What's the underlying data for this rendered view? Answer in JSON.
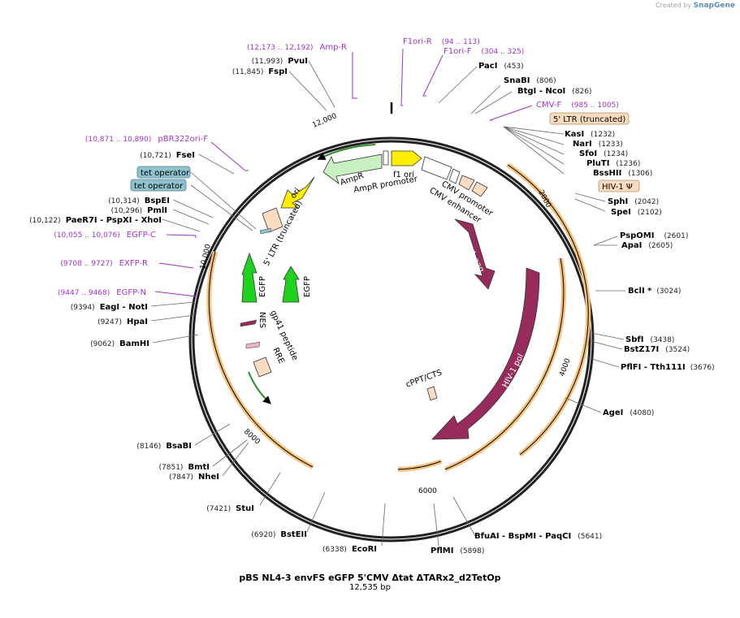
{
  "brand": {
    "created_by": "Created by",
    "name": "SnapGene"
  },
  "plasmid": {
    "name": "pBS NL4-3 envFS eGFP 5'CMV Δtat ΔTARx2_d2TetOp",
    "length": "12,535 bp"
  },
  "ticks": [
    "2000",
    "4000",
    "6000",
    "8000",
    "10,000",
    "12,000"
  ],
  "enzymes_right": [
    {
      "name": "PacI",
      "pos": "(453)"
    },
    {
      "name": "SnaBI",
      "pos": "(806)"
    },
    {
      "name": "BtgI  -  NcoI",
      "pos": "(826)"
    },
    {
      "name": "KasI",
      "pos": "(1232)"
    },
    {
      "name": "NarI",
      "pos": "(1233)"
    },
    {
      "name": "SfoI",
      "pos": "(1234)"
    },
    {
      "name": "PluTI",
      "pos": "(1236)"
    },
    {
      "name": "BssHII",
      "pos": "(1306)"
    },
    {
      "name": "SphI",
      "pos": "(2042)"
    },
    {
      "name": "SpeI",
      "pos": "(2102)"
    },
    {
      "name": "PspOMI",
      "pos": "(2601)"
    },
    {
      "name": "ApaI",
      "pos": "(2605)"
    },
    {
      "name": "BclI *",
      "pos": "(3024)"
    },
    {
      "name": "SbfI",
      "pos": "(3438)"
    },
    {
      "name": "BstZ17I",
      "pos": "(3524)"
    },
    {
      "name": "PflFI  -  Tth111I",
      "pos": "(3676)"
    },
    {
      "name": "AgeI",
      "pos": "(4080)"
    },
    {
      "name": "BfuAI  -  BspMI  -  PaqCI",
      "pos": "(5641)"
    },
    {
      "name": "PflMI",
      "pos": "(5898)"
    }
  ],
  "enzymes_left": [
    {
      "name": "PvuI",
      "pos": "(11,993)"
    },
    {
      "name": "FspI",
      "pos": "(11,845)"
    },
    {
      "name": "FseI",
      "pos": "(10,721)"
    },
    {
      "name": "BspEI",
      "pos": "(10,314)"
    },
    {
      "name": "PmlI",
      "pos": "(10,296)"
    },
    {
      "name": "PaeR7I  -  PspXI  -  XhoI",
      "pos": "(10,122)"
    },
    {
      "name": "EagI  -  NotI",
      "pos": "(9394)"
    },
    {
      "name": "HpaI",
      "pos": "(9247)"
    },
    {
      "name": "BamHI",
      "pos": "(9062)"
    },
    {
      "name": "BsaBI",
      "pos": "(8146)"
    },
    {
      "name": "BmtI",
      "pos": "(7851)"
    },
    {
      "name": "NheI",
      "pos": "(7847)"
    },
    {
      "name": "StuI",
      "pos": "(7421)"
    },
    {
      "name": "BstEII",
      "pos": "(6920)"
    },
    {
      "name": "EcoRI",
      "pos": "(6338)"
    }
  ],
  "primers": [
    {
      "name": "Amp-R",
      "pos": "(12,173 .. 12,192)"
    },
    {
      "name": "F1ori-R",
      "pos": "(94 .. 113)"
    },
    {
      "name": "F1ori-F",
      "pos": "(304 .. 325)"
    },
    {
      "name": "CMV-F",
      "pos": "(985 .. 1005)"
    },
    {
      "name": "pBR322ori-F",
      "pos": "(10,871 .. 10,890)"
    },
    {
      "name": "EGFP-C",
      "pos": "(10,055 .. 10,076)"
    },
    {
      "name": "EXFP-R",
      "pos": "(9708 .. 9727)"
    },
    {
      "name": "EGFP-N",
      "pos": "(9447 .. 9468)"
    }
  ],
  "boxed": [
    {
      "name": "5' LTR (truncated)"
    },
    {
      "name": "HIV-1 Ψ"
    },
    {
      "name": "tet operator"
    },
    {
      "name": "tet operator"
    }
  ],
  "features": [
    {
      "name": "AmpR"
    },
    {
      "name": "AmpR promoter"
    },
    {
      "name": "f1 ori"
    },
    {
      "name": "CMV promoter"
    },
    {
      "name": "CMV enhancer"
    },
    {
      "name": "ori"
    },
    {
      "name": "5' LTR (truncated)"
    },
    {
      "name": "HIV-1 gag"
    },
    {
      "name": "HIV-1 pol"
    },
    {
      "name": "EGFP"
    },
    {
      "name": "EGFP"
    },
    {
      "name": "NES"
    },
    {
      "name": "gp41 peptide"
    },
    {
      "name": "RRE"
    },
    {
      "name": "cPPT/CTS"
    }
  ],
  "colors": {
    "ampr": "#c8f0c0",
    "ori": "#ffee00",
    "f1ori": "#f0f0f0",
    "hiv": "#962b5c",
    "egfp": "#1ed21e",
    "ltr": "#fbdcc1",
    "tetop": "#8fc1cf",
    "primer": "#a033c8",
    "orf": "#e8a030"
  }
}
